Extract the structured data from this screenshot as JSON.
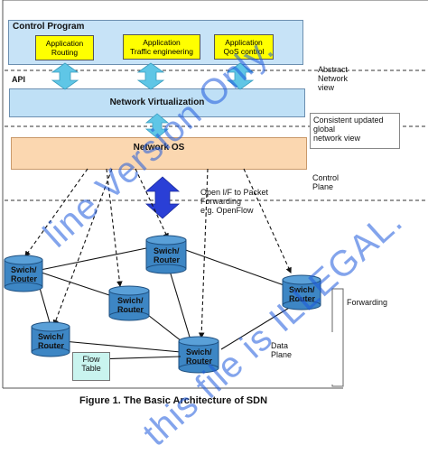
{
  "control_program": {
    "title": "Control Program",
    "apps": [
      {
        "line1": "Application",
        "line2": "Routing"
      },
      {
        "line1": "Application",
        "line2": "Traffic engineering"
      },
      {
        "line1": "Application",
        "line2": "QoS control"
      }
    ]
  },
  "api_label": "API",
  "network_virtualization": "Network Virtualization",
  "network_os": "Network OS",
  "notes": {
    "abstract": [
      "Abstract",
      "Network",
      "view"
    ],
    "consistent": [
      "Consistent  updated",
      "global",
      "network view"
    ],
    "control_plane": [
      "Control",
      "Plane"
    ],
    "openif": [
      "Open I/F to Packet",
      "Forwarding",
      "e.g. OpenFlow"
    ],
    "forwarding": "Forwarding",
    "data_plane": [
      "Data",
      "Plane"
    ]
  },
  "switches": [
    {
      "line1": "Swich/",
      "line2": "Router"
    },
    {
      "line1": "Swich/",
      "line2": "Router"
    },
    {
      "line1": "Swich/",
      "line2": "Router"
    },
    {
      "line1": "Swich/",
      "line2": "Router"
    },
    {
      "line1": "Swich/",
      "line2": "Router"
    },
    {
      "line1": "Swich/",
      "line2": "Router"
    }
  ],
  "flow_table": [
    "Flow",
    "Table"
  ],
  "caption": "Figure 1. The Basic Architecture of SDN",
  "watermark": [
    "line Version Only.",
    "this file is ILLEGAL."
  ],
  "colors": {
    "top_box": "#c7e3f7",
    "virtualization": "#bfe0f6",
    "network_os": "#fbd7b0",
    "app": "#ffff00",
    "arrow": "#5fc6e6",
    "big_arrow": "#2a3fd6",
    "switch": "#3d86c4",
    "flow_table": "#c9f4ef"
  }
}
